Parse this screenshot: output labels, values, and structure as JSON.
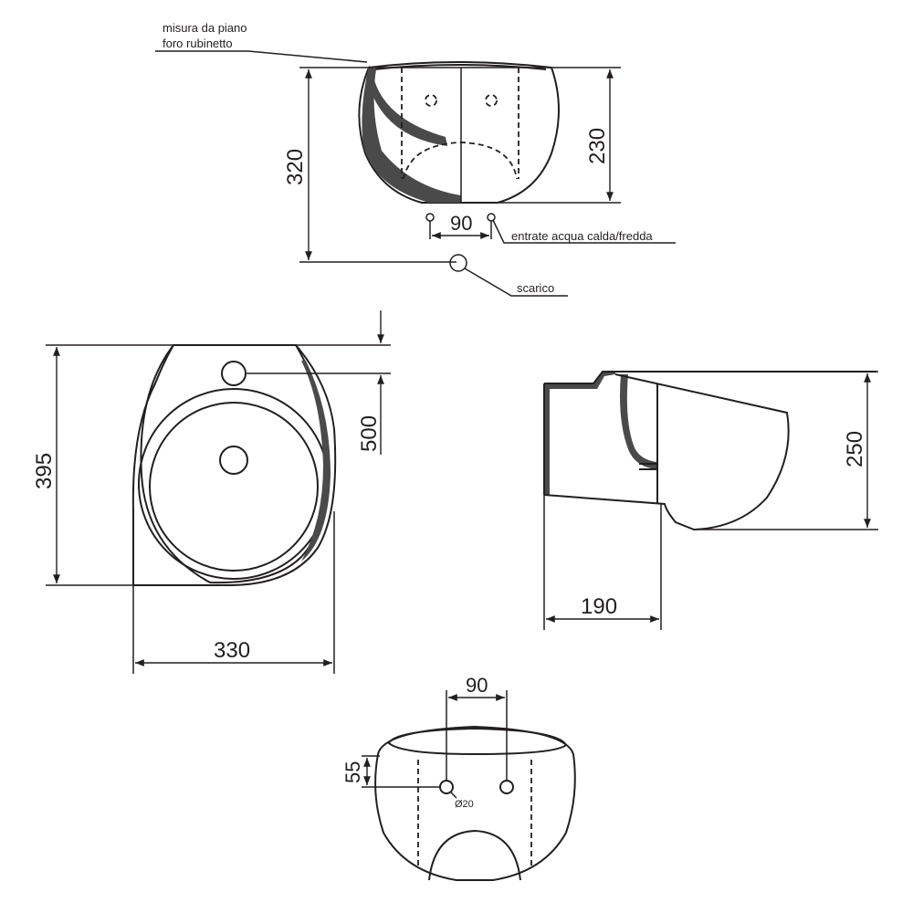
{
  "front_view": {
    "label_tap_hole": "misura da piano\nforo rubinetto",
    "label_tap_hole_line1": "misura da piano",
    "label_tap_hole_line2": "foro rubinetto",
    "dim_total_height": "320",
    "dim_upper_height": "230",
    "dim_inlet_spacing": "90",
    "label_inlets": "entrate acqua calda/fredda",
    "label_drain": "scarico"
  },
  "top_view": {
    "dim_depth": "395",
    "dim_overall": "500",
    "dim_width": "330"
  },
  "side_view": {
    "dim_height": "250",
    "dim_projection": "190"
  },
  "back_view": {
    "dim_spacing": "90",
    "dim_offset": "55",
    "dim_hole_diameter": "Ø20"
  }
}
